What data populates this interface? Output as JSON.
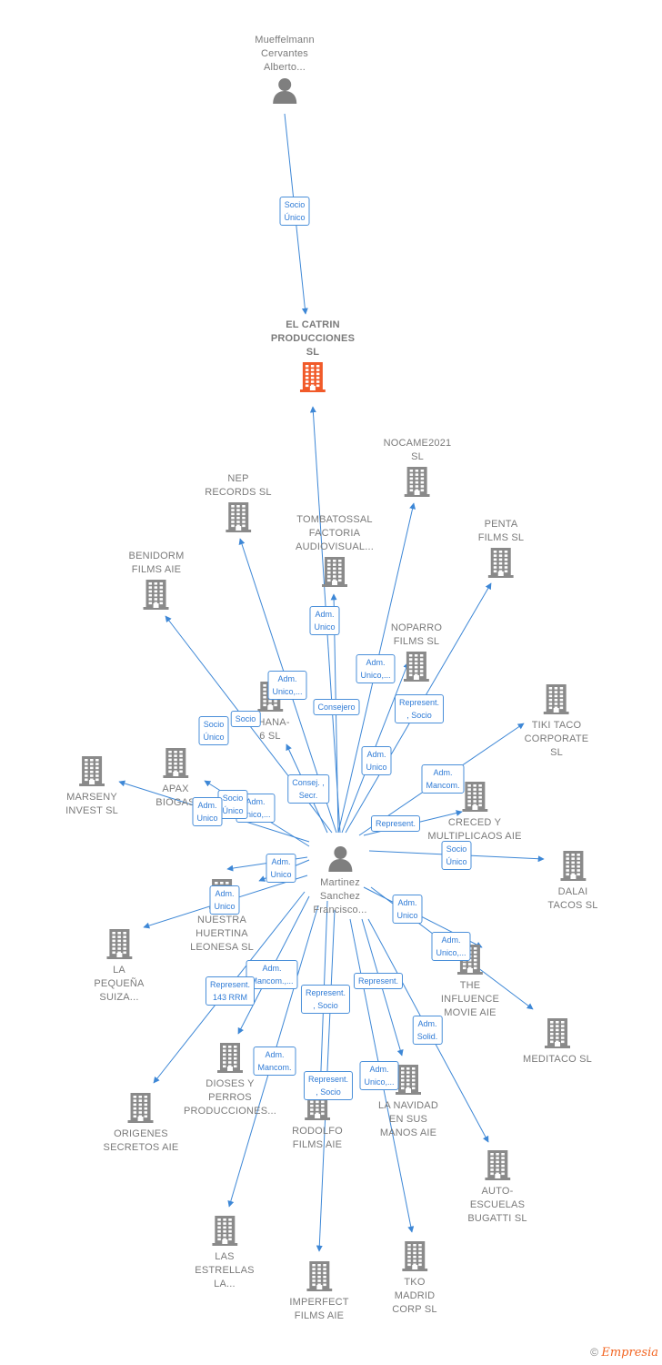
{
  "colors": {
    "edge": "#3d87d6",
    "building": "#8a8a8a",
    "building_main": "#f15a29",
    "person": "#7f7f7f"
  },
  "nodes": [
    {
      "id": "mueffelmann",
      "label": "Mueffelmann\nCervantes\nAlberto...",
      "icon": "person-icon"
    },
    {
      "id": "catrin",
      "label": "EL CATRIN\nPRODUCCIONES\nSL",
      "icon": "building-icon",
      "main": true
    },
    {
      "id": "nocame",
      "label": "NOCAME2021\nSL",
      "icon": "building-icon"
    },
    {
      "id": "nep",
      "label": "NEP\nRECORDS SL",
      "icon": "building-icon"
    },
    {
      "id": "tombatossal",
      "label": "TOMBATOSSAL\nFACTORIA\nAUDIOVISUAL...",
      "icon": "building-icon"
    },
    {
      "id": "penta",
      "label": "PENTA\nFILMS SL",
      "icon": "building-icon"
    },
    {
      "id": "benidorm",
      "label": "BENIDORM\nFILMS AIE",
      "icon": "building-icon"
    },
    {
      "id": "noparro",
      "label": "NOPARRO\nFILMS SL",
      "icon": "building-icon"
    },
    {
      "id": "tiki",
      "label": "TIKI TACO\nCORPORATE\nSL",
      "icon": "building-icon"
    },
    {
      "id": "chana",
      "label": "CHANA-\n6 SL",
      "icon": "building-icon"
    },
    {
      "id": "marseny",
      "label": "MARSENY\nINVEST SL",
      "icon": "building-icon"
    },
    {
      "id": "apax",
      "label": "APAX\nBIOGAS",
      "icon": "building-icon"
    },
    {
      "id": "creced",
      "label": "CRECED Y\nMULTIPLICAOS AIE",
      "icon": "building-icon"
    },
    {
      "id": "dalai",
      "label": "DALAI\nTACOS SL",
      "icon": "building-icon"
    },
    {
      "id": "martinez",
      "label": "Martinez\nSanchez\nFrancisco...",
      "icon": "person-icon"
    },
    {
      "id": "nuestra",
      "label": "NUESTRA\nHUERTINA\nLEONESA SL",
      "icon": "building-icon"
    },
    {
      "id": "pequena",
      "label": "LA\nPEQUEÑA\nSUIZA...",
      "icon": "building-icon"
    },
    {
      "id": "influence",
      "label": "THE\nINFLUENCE\nMOVIE AIE",
      "icon": "building-icon"
    },
    {
      "id": "meditaco",
      "label": "MEDITACO SL",
      "icon": "building-icon"
    },
    {
      "id": "dioses",
      "label": "DIOSES Y\nPERROS\nPRODUCCIONES...",
      "icon": "building-icon"
    },
    {
      "id": "navidad",
      "label": "LA NAVIDAD\nEN SUS\nMANOS AIE",
      "icon": "building-icon"
    },
    {
      "id": "rodolfo",
      "label": "RODOLFO\nFILMS AIE",
      "icon": "building-icon"
    },
    {
      "id": "origenes",
      "label": "ORIGENES\nSECRETOS AIE",
      "icon": "building-icon"
    },
    {
      "id": "autoescuelas",
      "label": "AUTO-\nESCUELAS\nBUGATTI SL",
      "icon": "building-icon"
    },
    {
      "id": "estrellas",
      "label": "LAS\nESTRELLAS\nLA...",
      "icon": "building-icon"
    },
    {
      "id": "tko",
      "label": "TKO\nMADRID\nCORP SL",
      "icon": "building-icon"
    },
    {
      "id": "imperfect",
      "label": "IMPERFECT\nFILMS AIE",
      "icon": "building-icon"
    }
  ],
  "edge_labels": [
    {
      "id": "e-socio-unico-top",
      "text": "Socio\nÚnico"
    },
    {
      "id": "e-adm-unico-tomba",
      "text": "Adm.\nUnico"
    },
    {
      "id": "e-adm-unico-noparro",
      "text": "Adm.\nUnico,..."
    },
    {
      "id": "e-adm-unico-nep",
      "text": "Adm.\nUnico,..."
    },
    {
      "id": "e-consejero",
      "text": "Consejero"
    },
    {
      "id": "e-represent-socio-penta",
      "text": "Represent.\n, Socio"
    },
    {
      "id": "e-socio-chana",
      "text": "Socio"
    },
    {
      "id": "e-socio-unico-benidorm",
      "text": "Socio\nÚnico"
    },
    {
      "id": "e-adm-unico-nocame",
      "text": "Adm.\nUnico"
    },
    {
      "id": "e-adm-mancom-tiki",
      "text": "Adm.\nMancom."
    },
    {
      "id": "e-consej-secr",
      "text": "Consej. ,\nSecr."
    },
    {
      "id": "e-adm-unico-apax",
      "text": "Adm.\nUnico,..."
    },
    {
      "id": "e-socio-unico-apax",
      "text": "Socio\nÚnico"
    },
    {
      "id": "e-adm-unico-marseny",
      "text": "Adm.\nUnico"
    },
    {
      "id": "e-represent-creced",
      "text": "Represent."
    },
    {
      "id": "e-socio-unico-dalai",
      "text": "Socio\nÚnico"
    },
    {
      "id": "e-adm-unico-nuestra",
      "text": "Adm.\nUnico"
    },
    {
      "id": "e-adm-unico-pequena",
      "text": "Adm.\nUnico"
    },
    {
      "id": "e-adm-unico-influence",
      "text": "Adm.\nUnico"
    },
    {
      "id": "e-adm-unico-meditaco",
      "text": "Adm.\nUnico,..."
    },
    {
      "id": "e-adm-mancom-dioses",
      "text": "Adm.\nMancom.,..."
    },
    {
      "id": "e-represent-143",
      "text": "Represent.\n143 RRM"
    },
    {
      "id": "e-represent-socio-rodolfo",
      "text": "Represent.\n, Socio"
    },
    {
      "id": "e-represent-navidad",
      "text": "Represent."
    },
    {
      "id": "e-adm-solid",
      "text": "Adm.\nSolid."
    },
    {
      "id": "e-adm-mancom-estrellas",
      "text": "Adm.\nMancom."
    },
    {
      "id": "e-represent-socio-imperfect",
      "text": "Represent.\n, Socio"
    },
    {
      "id": "e-adm-unico-tko",
      "text": "Adm.\nUnico,..."
    }
  ],
  "footer": {
    "copyright": "©",
    "brand": "Empresia"
  }
}
